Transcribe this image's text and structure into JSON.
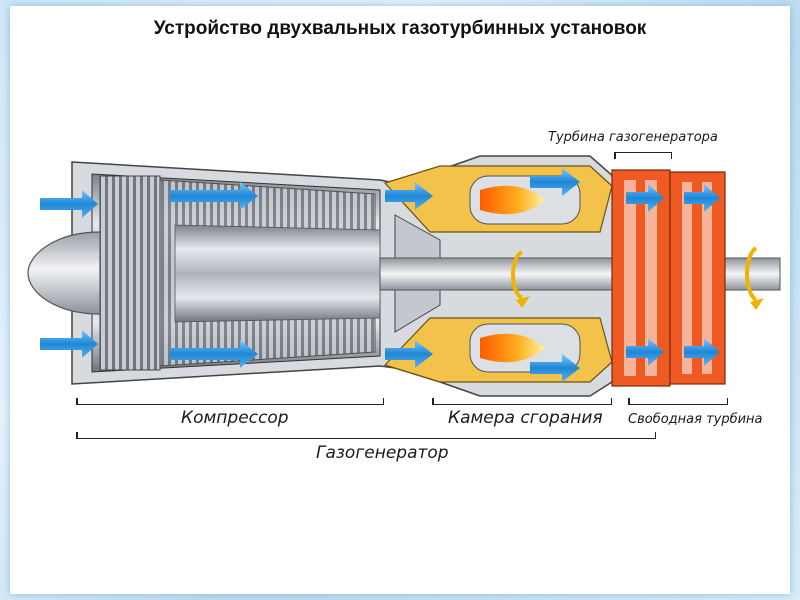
{
  "title": "Устройство двухвальных газотурбинных установок",
  "labels": {
    "compressor": "Компрессор",
    "combustion_chamber": "Камера сгорания",
    "free_turbine": "Свободная турбина",
    "gas_generator": "Газогенератор",
    "gas_generator_turbine": "Турбина газогенератора"
  },
  "colors": {
    "air_flow": "#2f95e0",
    "combustor_casing": "#f2c24a",
    "flame": "#f08a1a",
    "turbine": "#ef5a22",
    "metal": "#b8bcc4",
    "rotation_arrow": "#f0b400"
  },
  "icons": [
    "air-flow-arrow-icon",
    "rotation-arrow-icon",
    "flame-icon"
  ]
}
